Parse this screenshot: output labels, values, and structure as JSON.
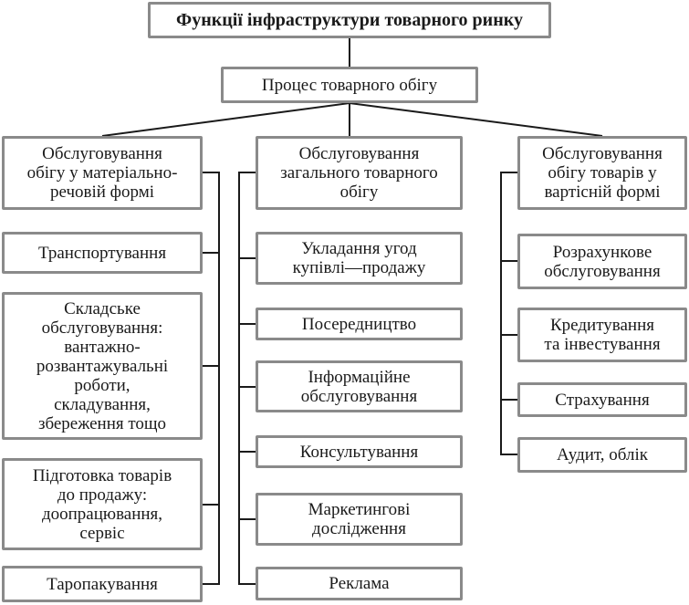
{
  "title": "Функції інфраструктури товарного ринку",
  "process": "Процес товарного обігу",
  "columns": [
    {
      "header": "Обслуговування\nобігу у матеріально-\nречовій формі",
      "items": [
        "Транспортування",
        "Складське\nобслуговування:\nвантажно-\nрозвантажувальні\nроботи,\nскладування,\nзбереження тощо",
        "Підготовка товарів\nдо продажу:\nдоопрацювання,\nсервіс",
        "Таропакування"
      ]
    },
    {
      "header": "Обслуговування\nзагального товарного\nобігу",
      "items": [
        "Укладання угод\nкупівлі—продажу",
        "Посередництво",
        "Інформаційне\nобслуговування",
        "Консультування",
        "Маркетингові\nдослідження",
        "Реклама"
      ]
    },
    {
      "header": "Обслуговування\nобігу товарів у\nвартісній формі",
      "items": [
        "Розрахункове\nобслуговування",
        "Кредитування\nта інвестування",
        "Страхування",
        "Аудит, облік"
      ]
    }
  ]
}
